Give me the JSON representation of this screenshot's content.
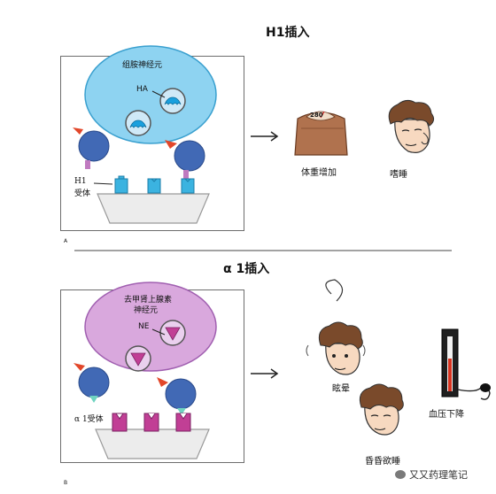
{
  "panel_a": {
    "title": "H1插入",
    "neuron_label": "组胺神经元",
    "transmitter_label": "HA",
    "receptor_label_line1": "H1",
    "receptor_label_line2": "受体",
    "scale_reading": "280",
    "effect_1": "体重增加",
    "effect_2": "嗜睡",
    "panel_letter": "A"
  },
  "panel_b": {
    "title": "α 1插入",
    "neuron_label_line1": "去甲肾上腺素",
    "neuron_label_line2": "神经元",
    "transmitter_label": "NE",
    "receptor_label": "α 1受体",
    "effect_1": "眩晕",
    "effect_2": "血压下降",
    "effect_3": "昏昏欲睡",
    "panel_letter": "B"
  },
  "watermark": "又又药理笔记",
  "colors": {
    "h_neuron": "#8ed3f1",
    "ne_neuron": "#d9a8dd",
    "drug_blue": "#4169b5",
    "drug_red": "#e2472a",
    "receptor_cyan": "#3bb3e0",
    "receptor_magenta": "#c13f95"
  }
}
